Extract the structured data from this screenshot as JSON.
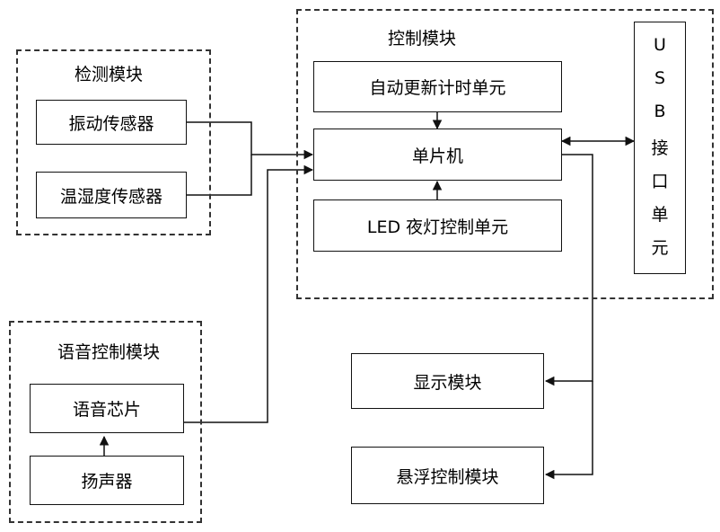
{
  "groups": {
    "detection": {
      "title": "检测模块"
    },
    "voice": {
      "title": "语音控制模块"
    },
    "control": {
      "title": "控制模块"
    }
  },
  "boxes": {
    "vibration_sensor": "振动传感器",
    "temp_humidity_sensor": "温湿度传感器",
    "voice_chip": "语音芯片",
    "speaker": "扬声器",
    "auto_update_timer": "自动更新计时单元",
    "mcu": "单片机",
    "led_night_light": "LED 夜灯控制单元",
    "display_module": "显示模块",
    "hover_control_module": "悬浮控制模块"
  },
  "usb_unit": {
    "chars": [
      "U",
      "S",
      "B",
      "接",
      "口",
      "单",
      "元"
    ]
  }
}
